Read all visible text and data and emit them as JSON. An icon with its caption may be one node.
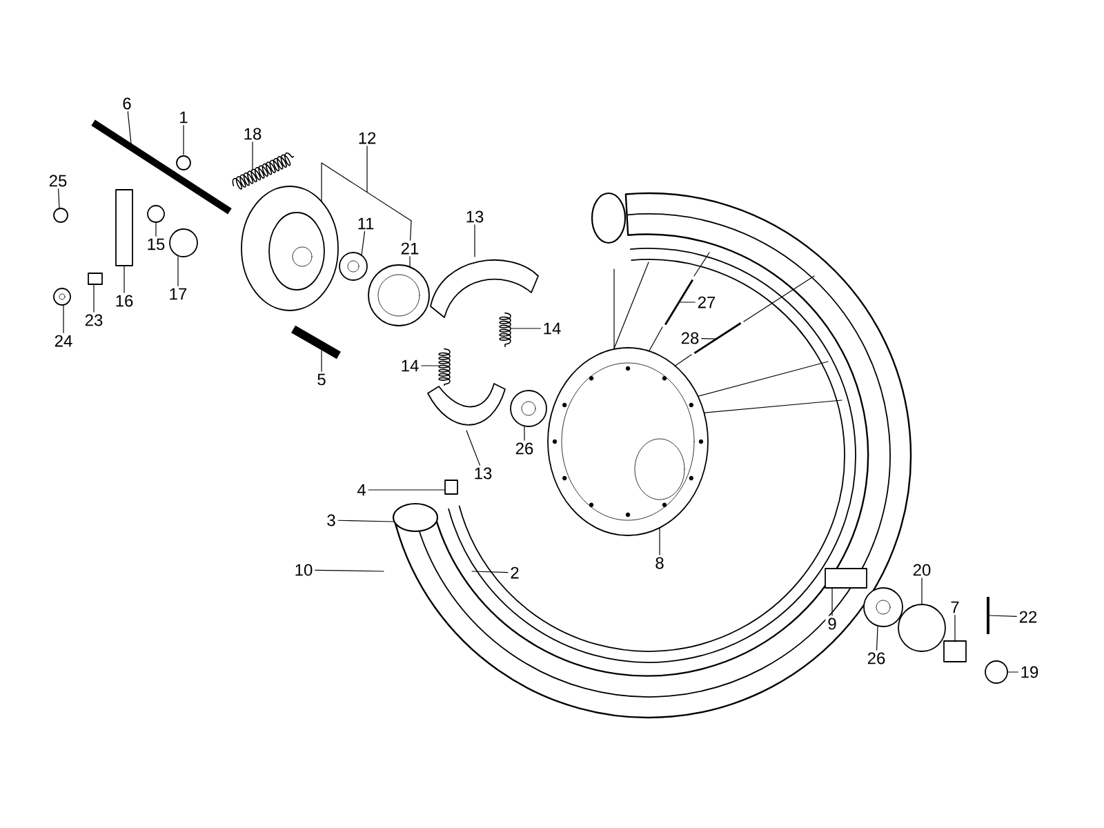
{
  "diagram": {
    "nodes": [
      {
        "text": [
          "6"
        ]
      },
      {
        "text": [
          "1"
        ]
      },
      {
        "text": [
          "18"
        ]
      },
      {
        "text": [
          "12"
        ]
      },
      {
        "text": [
          "25"
        ]
      },
      {
        "text": [
          "11"
        ]
      },
      {
        "text": [
          "21"
        ]
      },
      {
        "text": [
          "13"
        ]
      },
      {
        "text": [
          "15"
        ]
      },
      {
        "text": [
          "27"
        ]
      },
      {
        "text": [
          "17"
        ]
      },
      {
        "text": [
          "16"
        ]
      },
      {
        "text": [
          "23"
        ]
      },
      {
        "text": [
          "28"
        ]
      },
      {
        "text": [
          "14"
        ]
      },
      {
        "text": [
          "24"
        ]
      },
      {
        "text": [
          "5"
        ]
      },
      {
        "text": [
          "14"
        ]
      },
      {
        "text": [
          "26"
        ]
      },
      {
        "text": [
          "13"
        ]
      },
      {
        "text": [
          "4"
        ]
      },
      {
        "text": [
          "3"
        ]
      },
      {
        "text": [
          "10"
        ]
      },
      {
        "text": [
          "2"
        ]
      },
      {
        "text": [
          "8"
        ]
      },
      {
        "text": [
          "9"
        ]
      },
      {
        "text": [
          "20"
        ]
      },
      {
        "text": [
          "7"
        ]
      },
      {
        "text": [
          "22"
        ]
      },
      {
        "text": [
          "26"
        ]
      },
      {
        "text": [
          "19"
        ]
      },
      {
        "text": [],
        "shape": "bar"
      },
      {
        "text": [],
        "shape": "circle"
      },
      {
        "text": [],
        "shape": "spring"
      },
      {
        "text": [],
        "shape": "circle"
      },
      {
        "text": [],
        "shape": "circle"
      },
      {
        "text": [],
        "shape": "circle"
      },
      {
        "text": [],
        "shape": "picture"
      },
      {
        "text": [],
        "shape": "circle"
      },
      {
        "text": [],
        "shape": "circle"
      },
      {
        "text": [],
        "shape": "box"
      },
      {
        "text": [],
        "shape": "box"
      },
      {
        "text": [],
        "shape": "circle"
      },
      {
        "text": [],
        "shape": "circle"
      },
      {
        "text": [],
        "shape": "bar"
      },
      {
        "text": [],
        "shape": "spring"
      },
      {
        "text": [],
        "shape": "spring"
      },
      {
        "text": [],
        "shape": "circle"
      },
      {
        "text": [],
        "shape": "picture"
      },
      {
        "text": [],
        "shape": "box"
      },
      {
        "text": [],
        "shape": "circle"
      },
      {
        "text": [],
        "shape": "box"
      },
      {
        "text": [],
        "shape": "circle"
      },
      {
        "text": [],
        "shape": "circle"
      },
      {
        "text": [],
        "shape": "box"
      },
      {
        "text": [],
        "shape": "bar"
      },
      {
        "text": [],
        "shape": "circle"
      },
      {
        "text": [],
        "shape": "bar"
      },
      {
        "text": [],
        "shape": "bar"
      }
    ],
    "edges": [
      {
        "from": 0,
        "to": 31,
        "arrow": "none"
      },
      {
        "from": 1,
        "to": 32,
        "arrow": "none"
      },
      {
        "from": 2,
        "to": 33,
        "arrow": "none"
      },
      {
        "from": 3,
        "to": 34,
        "arrow": "none"
      },
      {
        "from": 4,
        "to": 42,
        "arrow": "none"
      },
      {
        "from": 5,
        "to": 35,
        "arrow": "none"
      },
      {
        "from": 6,
        "to": 36,
        "arrow": "none"
      },
      {
        "from": 7,
        "to": 37,
        "arrow": "none"
      },
      {
        "from": 8,
        "to": 38,
        "arrow": "none"
      },
      {
        "from": 9,
        "to": 57,
        "arrow": "none"
      },
      {
        "from": 10,
        "to": 39,
        "arrow": "none"
      },
      {
        "from": 11,
        "to": 40,
        "arrow": "none"
      },
      {
        "from": 12,
        "to": 41,
        "arrow": "none"
      },
      {
        "from": 13,
        "to": 58,
        "arrow": "none"
      },
      {
        "from": 14,
        "to": 45,
        "arrow": "none"
      },
      {
        "from": 15,
        "to": 43,
        "arrow": "none"
      },
      {
        "from": 16,
        "to": 44,
        "arrow": "none"
      },
      {
        "from": 17,
        "to": 46,
        "arrow": "none"
      },
      {
        "from": 18,
        "to": 47,
        "arrow": "none"
      },
      {
        "from": 19,
        "to": 48,
        "arrow": "none"
      },
      {
        "from": 20,
        "to": 49,
        "arrow": "none"
      },
      {
        "from": 21,
        "to": null,
        "arrow": "none"
      },
      {
        "from": 22,
        "to": null,
        "arrow": "none"
      },
      {
        "from": 23,
        "to": null,
        "arrow": "none"
      },
      {
        "from": 24,
        "to": 50,
        "arrow": "none"
      },
      {
        "from": 25,
        "to": 51,
        "arrow": "none"
      },
      {
        "from": 26,
        "to": 53,
        "arrow": "none"
      },
      {
        "from": 27,
        "to": 54,
        "arrow": "none"
      },
      {
        "from": 28,
        "to": 55,
        "arrow": "none"
      },
      {
        "from": 29,
        "to": 52,
        "arrow": "none"
      },
      {
        "from": 30,
        "to": 56,
        "arrow": "none"
      },
      {
        "from": 3,
        "to": 6,
        "arrow": "none"
      }
    ]
  }
}
